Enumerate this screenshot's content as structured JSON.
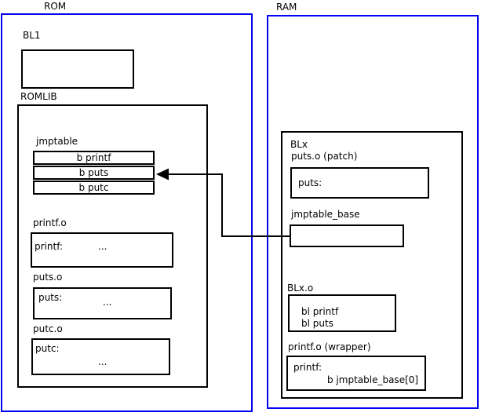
{
  "colors": {
    "region_border": "#0000ee",
    "box_border": "#000000",
    "background": "#ffffff"
  },
  "rom": {
    "label": "ROM",
    "bl1": {
      "label": "BL1"
    },
    "romlib": {
      "label": "ROMLIB",
      "jmptable": {
        "label": "jmptable",
        "rows": [
          "b printf",
          "b puts",
          "b putc"
        ]
      },
      "objects": [
        {
          "label": "printf.o",
          "symbol": "printf:",
          "body": "..."
        },
        {
          "label": "puts.o",
          "symbol": "puts:",
          "body": "..."
        },
        {
          "label": "putc.o",
          "symbol": "putc:",
          "body": "..."
        }
      ]
    }
  },
  "ram": {
    "label": "RAM",
    "blx": {
      "label": "BLx",
      "puts_patch": {
        "label": "puts.o (patch)",
        "symbol": "puts:"
      },
      "jmptable_base": {
        "label": "jmptable_base"
      },
      "blx_o": {
        "label": "BLx.o",
        "lines": [
          "bl printf",
          "bl puts"
        ]
      },
      "printf_wrapper": {
        "label": "printf.o (wrapper)",
        "symbol": "printf:",
        "body": "b jmptable_base[0]"
      }
    }
  },
  "arrow": {
    "meaning": "jmptable_base points to ROM jmptable b puts entry"
  }
}
